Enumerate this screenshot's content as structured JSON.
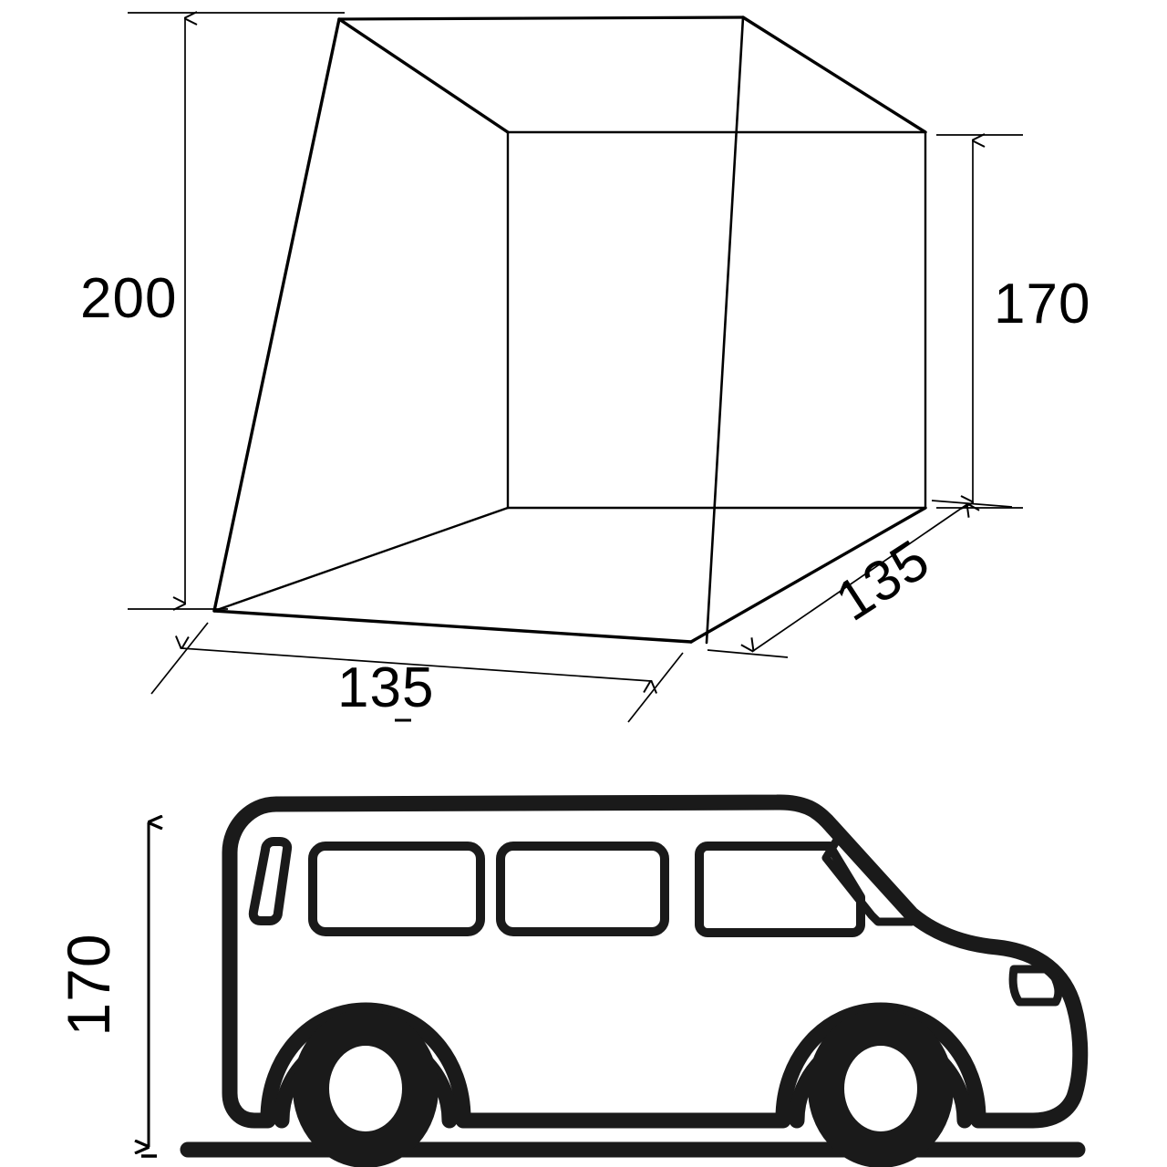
{
  "diagram": {
    "title": "Van awning / tent dimension drawing",
    "units_note": "",
    "stroke_color": "#000000",
    "background_color": "#ffffff",
    "body_color": "#1a1a1a"
  },
  "upper_view": {
    "name": "awning-3d-isometric",
    "dimensions": {
      "height_front": {
        "label": "200",
        "position": "left",
        "orientation": "horizontal"
      },
      "height_rear": {
        "label": "170",
        "position": "right",
        "orientation": "horizontal"
      },
      "width_front": {
        "label": "135",
        "position": "bottom",
        "orientation": "horizontal"
      },
      "depth_side": {
        "label": "135",
        "position": "bottom-right",
        "orientation": "diagonal"
      }
    }
  },
  "lower_view": {
    "name": "van-side-elevation",
    "dimensions": {
      "vehicle_height": {
        "label": "170",
        "position": "left",
        "orientation": "vertical-rotated"
      }
    },
    "parts": {
      "ground_line": "ground-line",
      "rear_wheel": "rear-wheel",
      "front_wheel": "front-wheel",
      "window_rear": "window-rear",
      "window_middle": "window-middle",
      "window_front": "window-front",
      "rear_door_glass": "rear-door-glass-strip",
      "windshield": "windshield",
      "headlight": "headlight"
    }
  }
}
